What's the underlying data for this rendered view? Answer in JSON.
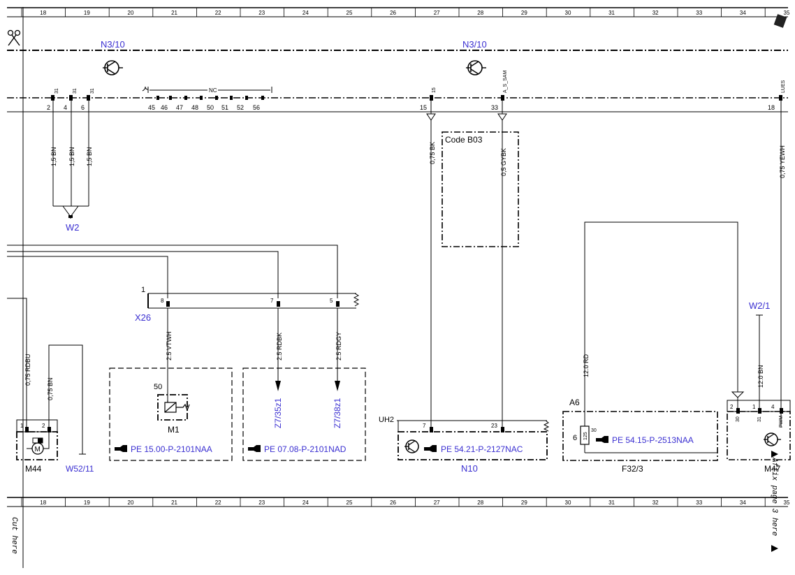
{
  "grid": {
    "columns": [
      "18",
      "19",
      "20",
      "21",
      "22",
      "23",
      "24",
      "25",
      "26",
      "27",
      "28",
      "29",
      "30",
      "31",
      "32",
      "33",
      "34",
      "35"
    ]
  },
  "modules": {
    "n3_10_left": "N3/10",
    "n3_10_right": "N3/10",
    "code_b03": "Code B03",
    "x26": "X26",
    "x26_pin1": "1",
    "m1": "M1",
    "m1_pin": "50",
    "m44": "M44",
    "w52_11": "W52/11",
    "w2": "W2",
    "w2_1": "W2/1",
    "uh2": "UH2",
    "n10": "N10",
    "a6": "A6",
    "f32_3": "F32/3",
    "m47": "M47",
    "nc": "NC",
    "fuse_value": "125",
    "fuse_pin": "30",
    "fuse_num": "6"
  },
  "bus_pins": {
    "pin_2": "2",
    "pin_4": "4",
    "pin_6": "6",
    "tag_31a": "31",
    "tag_31b": "31",
    "tag_31c": "31",
    "nc_pins": [
      "45",
      "46",
      "47",
      "48",
      "50",
      "51",
      "52",
      "56"
    ],
    "pin_15": "15",
    "tag_15": "15",
    "pin_33": "33",
    "tag_a_s_sam": "A_S_SAM",
    "pin_18": "18",
    "tag_lues": "LUES"
  },
  "wires": {
    "w1": "1,5 BN",
    "w2": "1,5 BN",
    "w3": "1,5 BN",
    "bk": "0,75 BK",
    "gybk": "0,5 GYBK",
    "yewh": "0,75 YEWH",
    "vtwh": "2.5 VTWH",
    "rdbk": "2.5 RDBK",
    "rdgy": "2.5 RDGY",
    "rdbu": "0,75 RDBU",
    "bn075": "0,75 BN",
    "rd12": "12.0 RD",
    "bn12": "12.0 BN"
  },
  "conn_pins": {
    "x26_8": "8",
    "x26_7": "7",
    "x26_5": "5",
    "m44_1": "1",
    "m44_2": "2",
    "uh2_7": "7",
    "uh2_23": "23",
    "m47_2": "2",
    "m47_1": "1",
    "m47_4": "4",
    "m47_30": "30",
    "m47_31": "31",
    "m47_pwm": "PWM"
  },
  "references": {
    "m1": "PE 15.00-P-2101NAA",
    "z7": "PE 07.08-P-2101NAD",
    "n10": "PE 54.21-P-2127NAC",
    "f32": "PE 54.15-P-2513NAA"
  },
  "z7_labels": {
    "z7_35": "Z7/35z1",
    "z7_38": "Z7/38z1"
  },
  "side_text": {
    "cut_here": "Cut here",
    "affix": "Affix page 3 here"
  }
}
